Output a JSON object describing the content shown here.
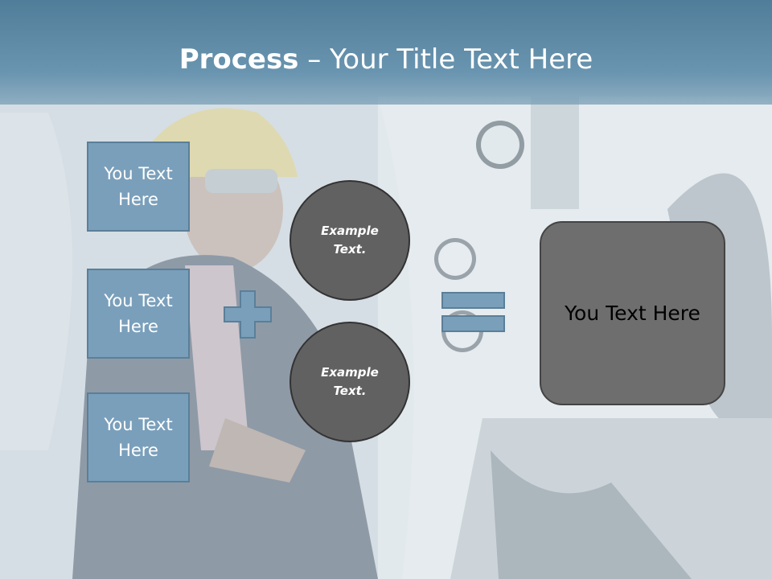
{
  "title": {
    "bold": "Process",
    "rest": " – Your Title Text Here"
  },
  "boxes": [
    {
      "text": "You Text Here"
    },
    {
      "text": "You Text Here"
    },
    {
      "text": "You Text Here"
    }
  ],
  "circles": [
    {
      "text": "Example Text."
    },
    {
      "text": "Example Text."
    }
  ],
  "result": {
    "text": "You Text Here"
  },
  "colors": {
    "box": "#7a9fbb",
    "circle": "#616161",
    "result": "#6e6e6e",
    "title_bar": "#5f8aa6"
  }
}
